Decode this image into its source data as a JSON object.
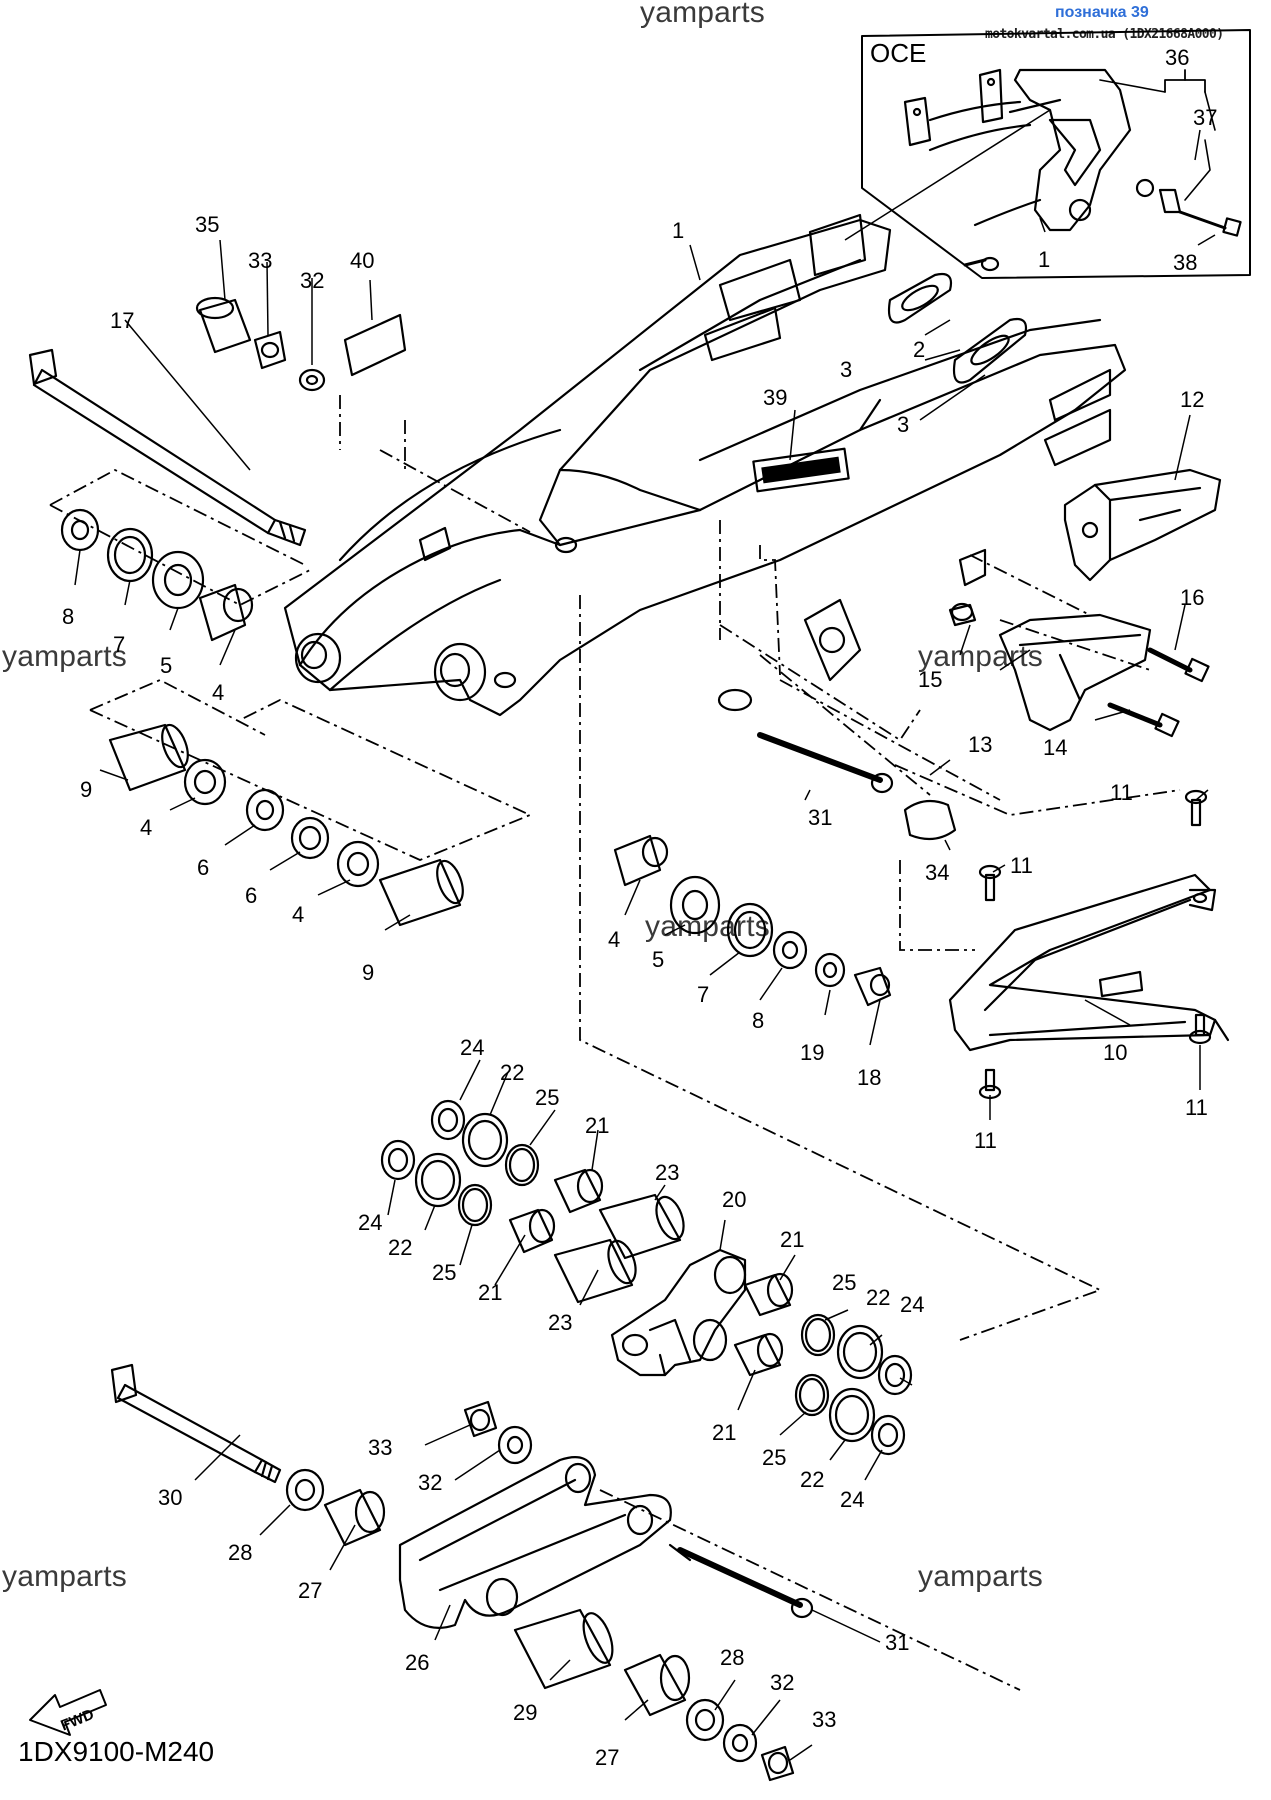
{
  "header": {
    "watermark_top": "yamparts",
    "page_ref": "позначка 39",
    "source": "motokvartal.com.ua (1DX21668A000)"
  },
  "watermarks": [
    "yamparts",
    "yamparts",
    "yamparts",
    "yamparts",
    "yamparts",
    "yamparts"
  ],
  "inset": {
    "label": "OCE"
  },
  "fwd_label": "FWD",
  "diagram_code": "1DX9100-M240",
  "callouts": [
    "1",
    "1",
    "2",
    "3",
    "3",
    "4",
    "4",
    "4",
    "4",
    "5",
    "5",
    "6",
    "6",
    "7",
    "7",
    "8",
    "8",
    "9",
    "9",
    "10",
    "11",
    "11",
    "11",
    "11",
    "12",
    "13",
    "14",
    "15",
    "16",
    "17",
    "18",
    "19",
    "20",
    "21",
    "21",
    "21",
    "21",
    "22",
    "22",
    "22",
    "22",
    "23",
    "23",
    "24",
    "24",
    "24",
    "24",
    "25",
    "25",
    "25",
    "25",
    "26",
    "27",
    "27",
    "28",
    "28",
    "29",
    "30",
    "31",
    "31",
    "32",
    "32",
    "32",
    "33",
    "33",
    "33",
    "34",
    "35",
    "36",
    "37",
    "38",
    "39",
    "40"
  ]
}
